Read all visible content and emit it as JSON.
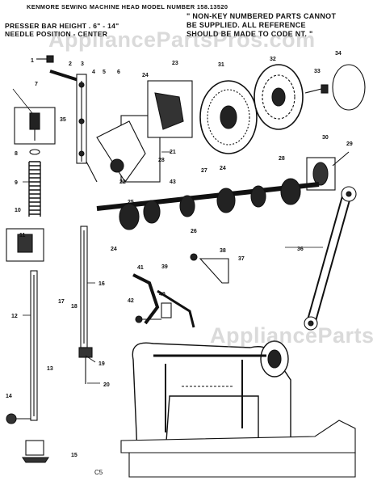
{
  "header": {
    "title": "KENMORE SEWING MACHINE HEAD  MODEL NUMBER 158.13520",
    "note_lines": [
      "\" NON-KEY NUMBERED PARTS CANNOT",
      "BE SUPPLIED. ALL REFERENCE",
      "SHOULD BE MADE TO CODE NT. \""
    ],
    "presser_lines": [
      "PRESSER BAR HEIGHT  . 6\" - 14\"",
      "NEEDLE POSITION - CENTER"
    ]
  },
  "watermark": "AppliancePartsPros.com",
  "page_code": "C5",
  "part_labels": [
    "1",
    "2",
    "3",
    "4",
    "5",
    "6",
    "7",
    "8",
    "9",
    "10",
    "11",
    "12",
    "13",
    "14",
    "15",
    "16",
    "17",
    "18",
    "19",
    "20",
    "21",
    "22",
    "23",
    "24",
    "25",
    "26",
    "27",
    "28",
    "29",
    "30",
    "31",
    "32",
    "33",
    "34",
    "35",
    "36",
    "37",
    "38",
    "39",
    "40",
    "41",
    "42",
    "43"
  ]
}
